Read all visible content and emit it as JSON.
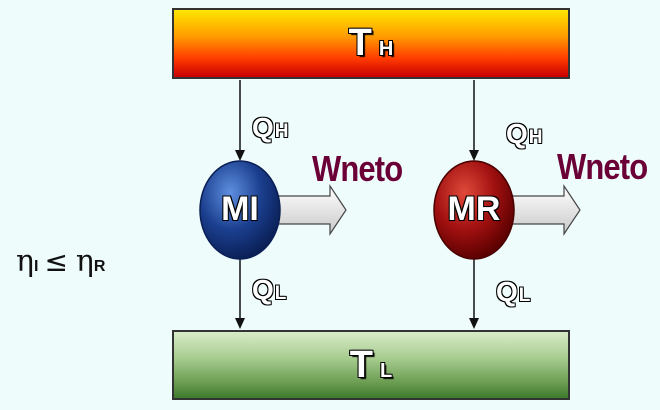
{
  "hot_reservoir": {
    "symbol": "T",
    "subscript": "H"
  },
  "cold_reservoir": {
    "symbol": "T",
    "subscript": "L"
  },
  "machine_left": {
    "label": "MI",
    "heat_in": {
      "symbol": "Q",
      "subscript": "H"
    },
    "heat_out": {
      "symbol": "Q",
      "subscript": "L"
    },
    "work_label": "Wneto",
    "color": "#1b3f8f"
  },
  "machine_right": {
    "label": "MR",
    "heat_in": {
      "symbol": "Q",
      "subscript": "H"
    },
    "heat_out": {
      "symbol": "Q",
      "subscript": "L"
    },
    "work_label": "Wneto",
    "color": "#a01010"
  },
  "efficiency_relation": {
    "eta_left": "η",
    "sub_left": "I",
    "relation": "≤",
    "eta_right": "η",
    "sub_right": "R"
  },
  "colors": {
    "background": "#eefcfc",
    "work_text": "#6a0035",
    "hot_top": "#ffe600",
    "hot_bottom": "#c80000",
    "cold_top": "#d8ebc8",
    "cold_bottom": "#3e7a2c"
  }
}
